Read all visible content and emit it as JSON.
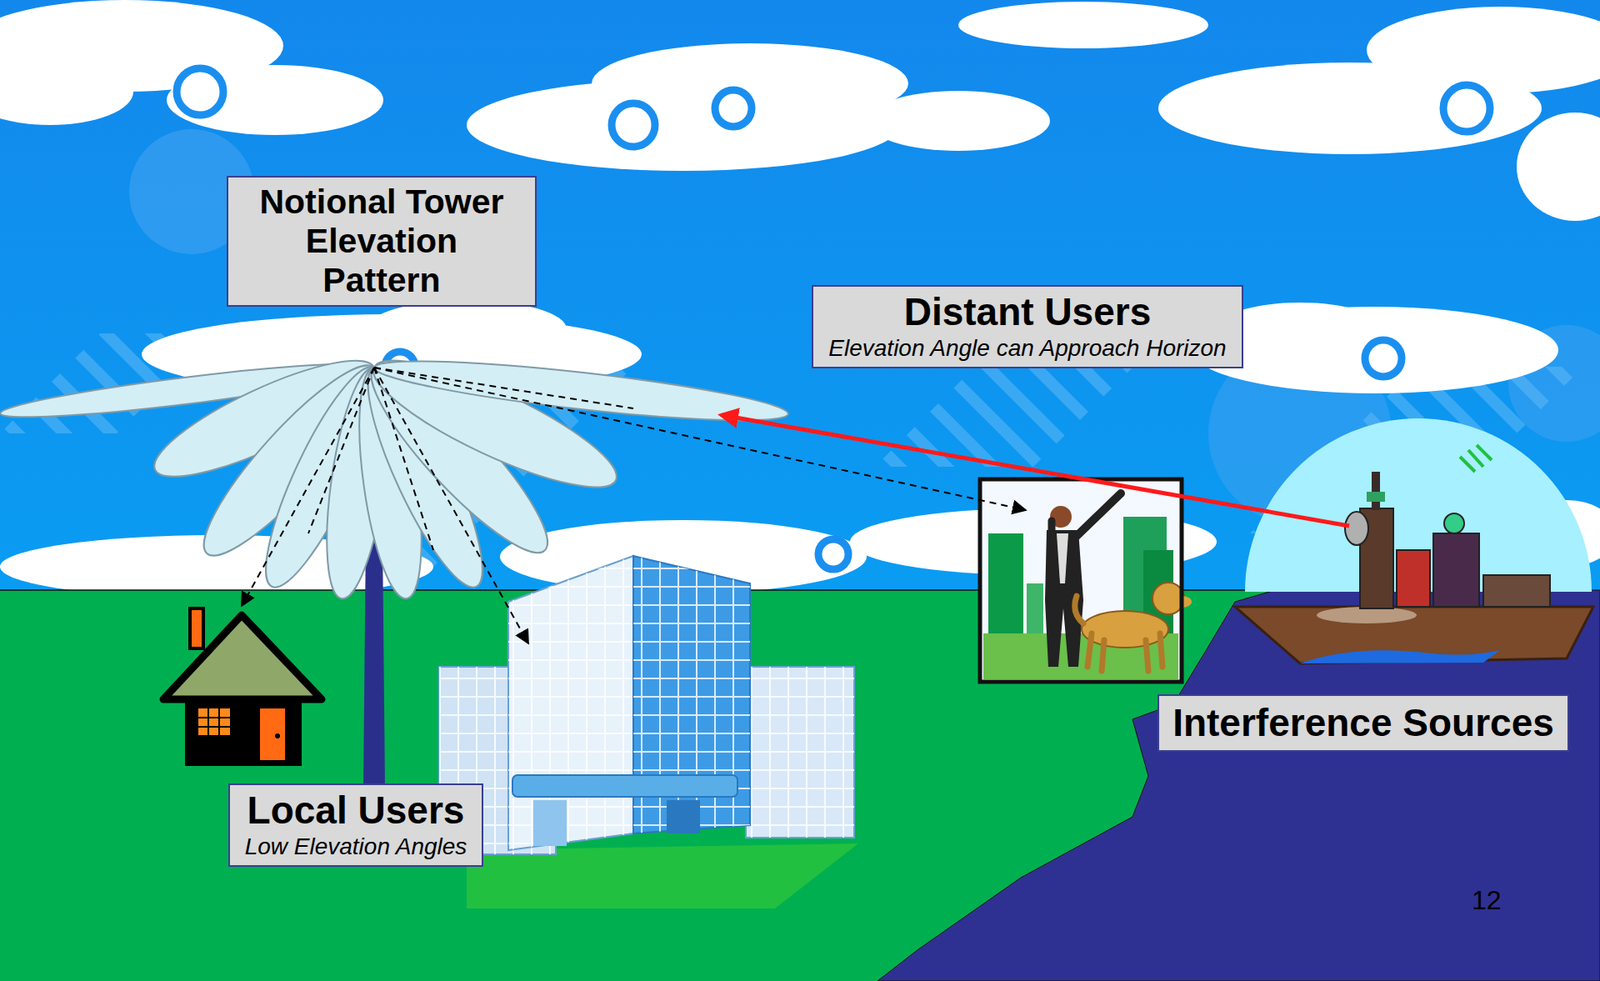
{
  "diagram": {
    "nodes": [
      {
        "text": [
          "Notional Tower Elevation Pattern"
        ]
      },
      {
        "text": [
          "Distant Users",
          "Elevation Angle can Approach Horizon"
        ]
      },
      {
        "text": [
          "Interference Sources"
        ]
      },
      {
        "text": [
          "Local Users",
          "Low Elevation Angles"
        ]
      }
    ],
    "labels": [
      "12"
    ]
  }
}
